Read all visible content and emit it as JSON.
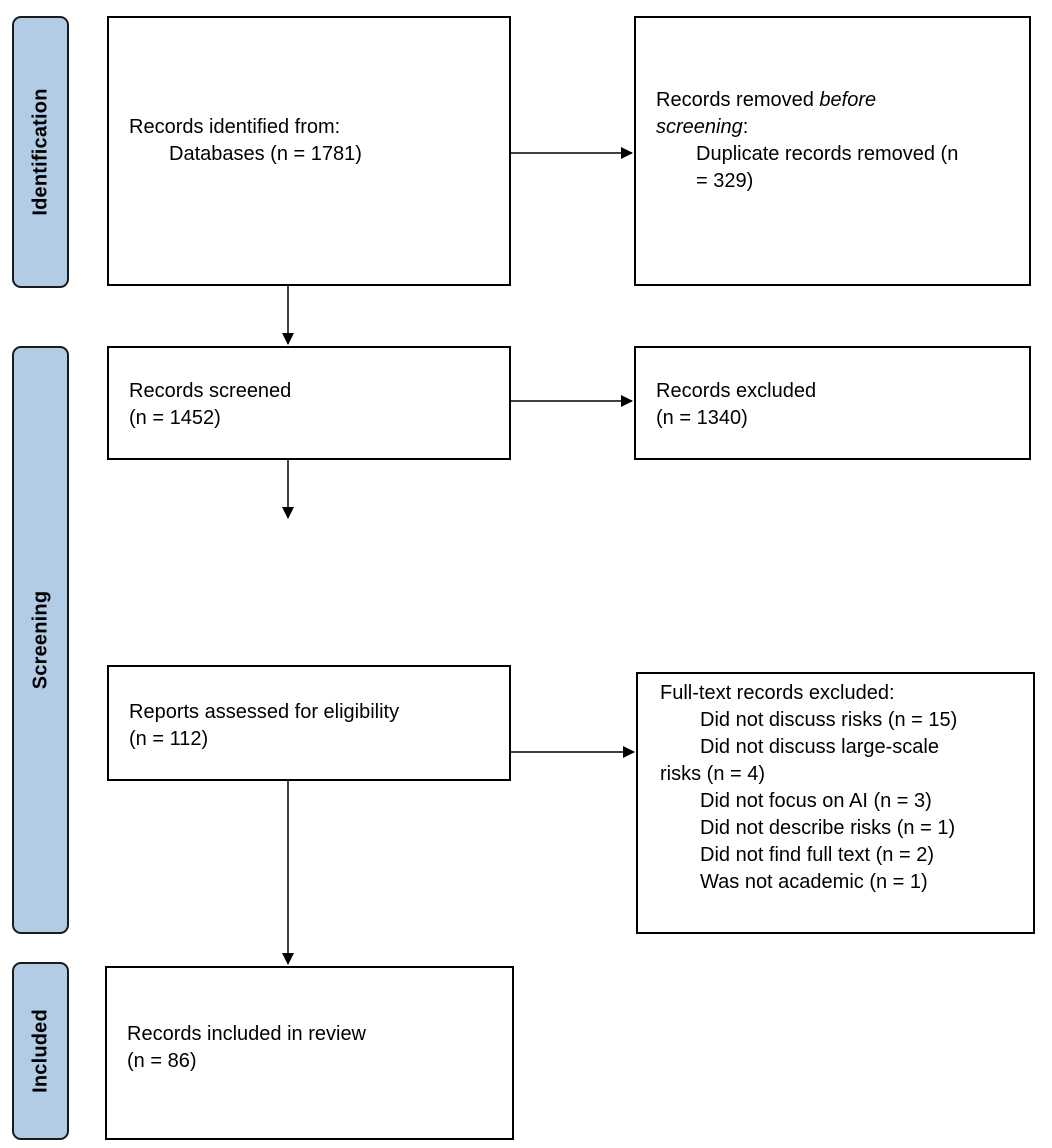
{
  "colors": {
    "phase_fill": "#b3cce6",
    "line": "#000000"
  },
  "phases": {
    "identification": "Identification",
    "screening": "Screening",
    "included": "Included"
  },
  "boxes": {
    "identified": {
      "line1": "Records identified from:",
      "line2": "Databases (n = 1781)"
    },
    "removed": {
      "line1_a": "Records removed ",
      "line1_b": "before",
      "line2_a": "screening",
      "line2_b": ":",
      "line3": "Duplicate records removed (n",
      "line4": "= 329)"
    },
    "screened": {
      "line1": "Records screened",
      "line2": "(n = 1452)"
    },
    "excluded": {
      "line1": "Records excluded",
      "line2": "(n = 1340)"
    },
    "assessed": {
      "line1": "Reports assessed for eligibility",
      "line2": "(n = 112)"
    },
    "fulltext_excluded": {
      "title": "Full-text records excluded:",
      "reasons": [
        "Did not discuss risks (n = 15)",
        "Did not discuss large-scale",
        "risks (n = 4)",
        "Did not focus on AI (n = 3)",
        "Did not describe risks (n = 1)",
        "Did not find full text (n = 2)",
        "Was not academic (n = 1)"
      ]
    },
    "included": {
      "line1": "Records included in review",
      "line2": "(n = 86)"
    }
  }
}
